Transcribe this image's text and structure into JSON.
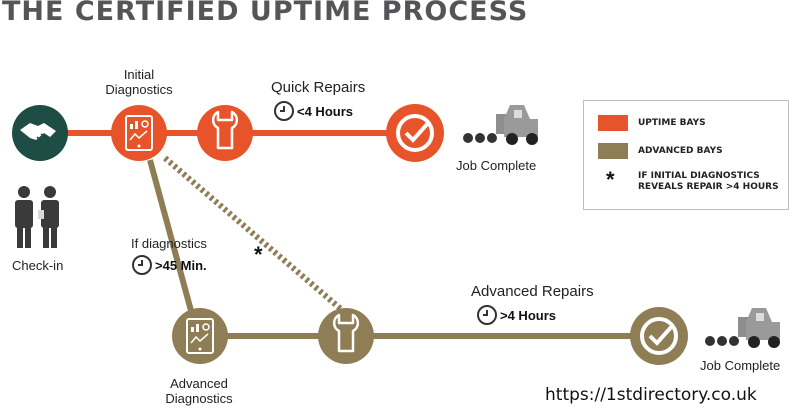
{
  "title": "THE CERTIFIED UPTIME PROCESS",
  "nodes": {
    "checkin": "Check-in",
    "initial_diagnostics": "Initial\nDiagnostics",
    "quick_repairs": "Quick Repairs",
    "quick_time": "<4 Hours",
    "job_complete_1": "Job Complete",
    "if_diagnostics": "If diagnostics",
    "diag_time": ">45 Min.",
    "advanced_diagnostics": "Advanced\nDiagnostics",
    "advanced_repairs": "Advanced Repairs",
    "advanced_time": ">4 Hours",
    "job_complete_2": "Job Complete",
    "star_marker": "*"
  },
  "legend": {
    "uptime": "UPTIME BAYS",
    "advanced": "ADVANCED BAYS",
    "star": "*",
    "note": "IF INITIAL DIAGNOSTICS\nREVEALS REPAIR >4 HOURS"
  },
  "watermark": "https://1stdirectory.co.uk",
  "colors": {
    "uptime": "#e8542a",
    "advanced": "#8f7d55",
    "checkin": "#1d4d44",
    "truck": "#8e8e8e",
    "people": "#3a3a3a"
  },
  "icons": {
    "handshake": "handshake-icon",
    "tablet": "tablet-icon",
    "wrench": "wrench-icon",
    "check": "check-badge-icon",
    "clock": "clock-icon",
    "truck": "truck-icon",
    "people": "people-icon"
  }
}
